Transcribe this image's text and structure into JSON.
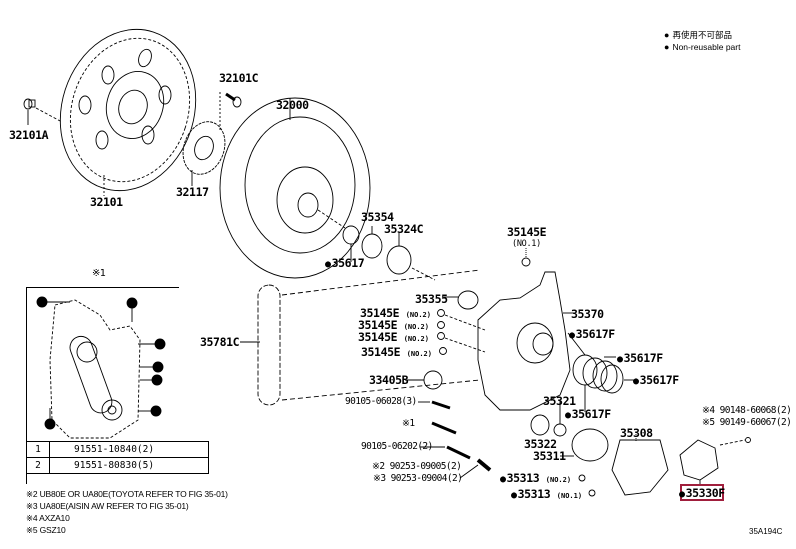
{
  "legend": {
    "items": [
      "再使用不可部品",
      "Non-reusable part"
    ]
  },
  "parts": {
    "p32101A": "32101A",
    "p32101": "32101",
    "p32101C": "32101C",
    "p32117": "32117",
    "p32000": "32000",
    "p35354": "35354",
    "p35324C": "35324C",
    "p35617": "35617",
    "p35145E_no1": "35145E",
    "p35145E_no1_sub": "(NO.1)",
    "p35355": "35355",
    "p35145E_a": "35145E",
    "p35145E_a_sub": "(NO.2)",
    "p35145E_b": "35145E",
    "p35145E_b_sub": "(NO.2)",
    "p35145E_c": "35145E",
    "p35145E_c_sub": "(NO.2)",
    "p35145E_d": "35145E",
    "p35145E_d_sub": "(NO.2)",
    "p35781C": "35781C",
    "p33405B": "33405B",
    "p35370": "35370",
    "p35617F_1": "35617F",
    "p35617F_2": "35617F",
    "p35617F_3": "35617F",
    "p35617F_4": "35617F",
    "p35321": "35321",
    "p35322": "35322",
    "p35311": "35311",
    "p35308": "35308",
    "p35313_no2": "35313",
    "p35313_no2_sub": "(NO.2)",
    "p35313_no1": "35313",
    "p35313_no1_sub": "(NO.1)",
    "p35330F": "35330F",
    "bolt_90105_06028": "90105-06028(3)",
    "bolt_ref1": "※1",
    "bolt_90105_06202": "90105-06202(2)",
    "pin_90253_09005": "※2 90253-09005(2)",
    "pin_90253_09004": "※3 90253-09004(2)",
    "screw_90148": "※4 90148-60068(2)",
    "screw_90149": "※5 90149-60067(2)"
  },
  "inset": {
    "title": "※1",
    "callouts": [
      "2",
      "1",
      "2",
      "2",
      "2",
      "2",
      "1"
    ]
  },
  "bolt_table": [
    {
      "key": "1",
      "part": "91551-10840(2)"
    },
    {
      "key": "2",
      "part": "91551-80830(5)"
    }
  ],
  "notes": [
    "※2 UB80E OR UA80E(TOYOTA REFER TO FIG 35-01)",
    "※3 UA80E(AISIN AW REFER TO FIG 35-01)",
    "※4 AXZA10",
    "※5 GSZ10"
  ],
  "figure_code": "35A194C",
  "highlight": {
    "part": "35330F",
    "color": "#a01e3c"
  }
}
